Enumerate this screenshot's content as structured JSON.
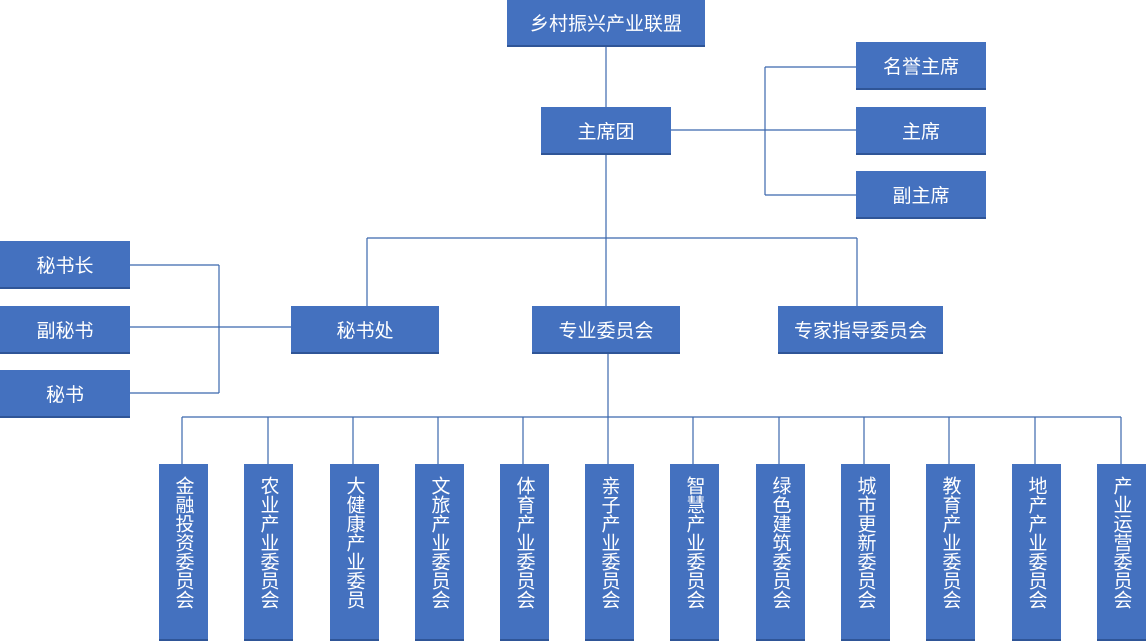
{
  "org_chart": {
    "root": "乡村振兴产业联盟",
    "presidium": "主席团",
    "presidium_roles": [
      "名誉主席",
      "主席",
      "副主席"
    ],
    "secretariat": "秘书处",
    "secretariat_roles": [
      "秘书长",
      "副秘书",
      "秘书"
    ],
    "committees_group": "专业委员会",
    "experts": "专家指导委员会",
    "committees": [
      "金融投资委员会",
      "农业产业委员会",
      "大健康产业委员",
      "文旅产业委员会",
      "体育产业委员会",
      "亲子产业委员会",
      "智慧产业委员会",
      "绿色建筑委员会",
      "城市更新委员会",
      "教育产业委员会",
      "地产产业委员会",
      "产业运营委员会"
    ]
  },
  "colors": {
    "box_fill": "#4471bf",
    "line": "#3b68ad",
    "text": "#ffffff"
  }
}
